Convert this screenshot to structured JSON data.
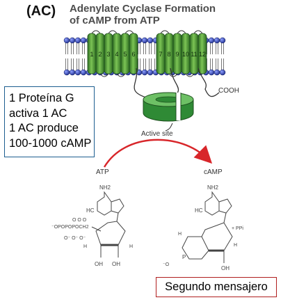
{
  "header": {
    "label": "(AC)",
    "title_line1": "Adenylate Cyclase Formation",
    "title_line2": "of cAMP from ATP"
  },
  "membrane": {
    "helices_left": [
      "1",
      "2",
      "3",
      "4",
      "5",
      "6"
    ],
    "helices_right": [
      "7",
      "8",
      "9",
      "10",
      "11",
      "12"
    ],
    "cooh_label": "COOH",
    "active_site_label": "Active site"
  },
  "reaction": {
    "substrate_label": "ATP",
    "product_label": "cAMP",
    "byproduct_label": "+ PPi"
  },
  "molecule": {
    "nh2": "NH2",
    "hc": "HC",
    "oh": "OH",
    "h": "H",
    "phosphate_chain": "O O O",
    "phosphate_formula": "⁻OPOPOPOCH2",
    "o_minus": "O⁻ O⁻ O⁻",
    "cyclic_p": "P",
    "cyclic_o_minus": "⁻O"
  },
  "note": {
    "lines": [
      "1 Proteína G",
      "activa 1 AC",
      "1 AC produce",
      "100-1000 cAMP"
    ]
  },
  "footer": {
    "label": "Segundo mensajero"
  },
  "colors": {
    "helix": "#5fa63f",
    "helix_dark": "#2f6e22",
    "lipid_head": "#3b4fb6",
    "arrow": "#d8262a",
    "note_border": "#1c5d8f",
    "footer_border": "#b01e1e"
  }
}
